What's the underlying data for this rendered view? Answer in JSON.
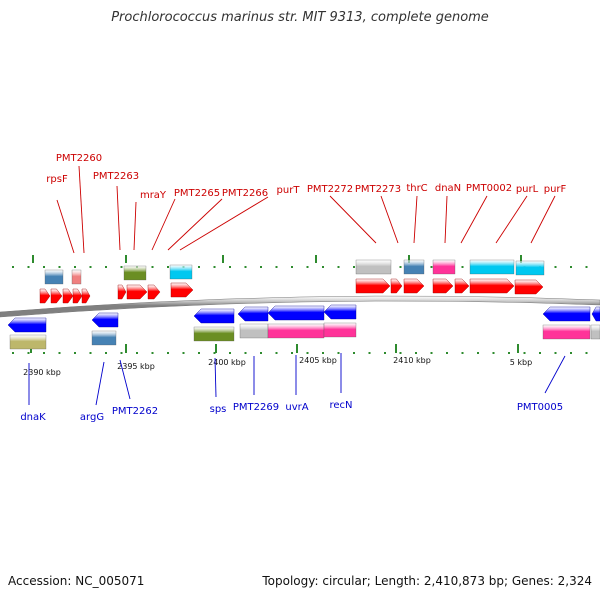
{
  "header": {
    "title": "Prochlorococcus marinus str. MIT 9313, complete genome"
  },
  "footer": {
    "accession": "Accession: NC_005071",
    "topology": "Topology: circular; Length: 2,410,873 bp; Genes: 2,324"
  },
  "colors": {
    "forward_label": "#cc0000",
    "reverse_label": "#0000cc",
    "forward_gene": "#ff0000",
    "reverse_gene": "#0000ff",
    "gray_feature": "#c0c0c0",
    "steelblue_feature": "#4682b4",
    "pink_feature": "#ff3399",
    "cyan_feature": "#00c8f0",
    "olive_feature": "#6b8e23",
    "khaki_feature": "#bdb76b",
    "salmon_feature": "#f08080",
    "backbone": "#808080",
    "tick": "#2e8b2e"
  },
  "scale": {
    "labels": [
      "2390 kbp",
      "2395 kbp",
      "2400 kbp",
      "2405 kbp",
      "2410 kbp",
      "5 kbp"
    ]
  },
  "forward_labels": [
    "rpsF",
    "PMT2260",
    "PMT2263",
    "mraY",
    "PMT2265",
    "PMT2266",
    "purT",
    "PMT2272",
    "PMT2273",
    "thrC",
    "dnaN",
    "PMT0002",
    "purL",
    "purF"
  ],
  "reverse_labels": [
    "dnaK",
    "argG",
    "PMT2262",
    "sps",
    "PMT2269",
    "uvrA",
    "recN",
    "PMT0005"
  ]
}
